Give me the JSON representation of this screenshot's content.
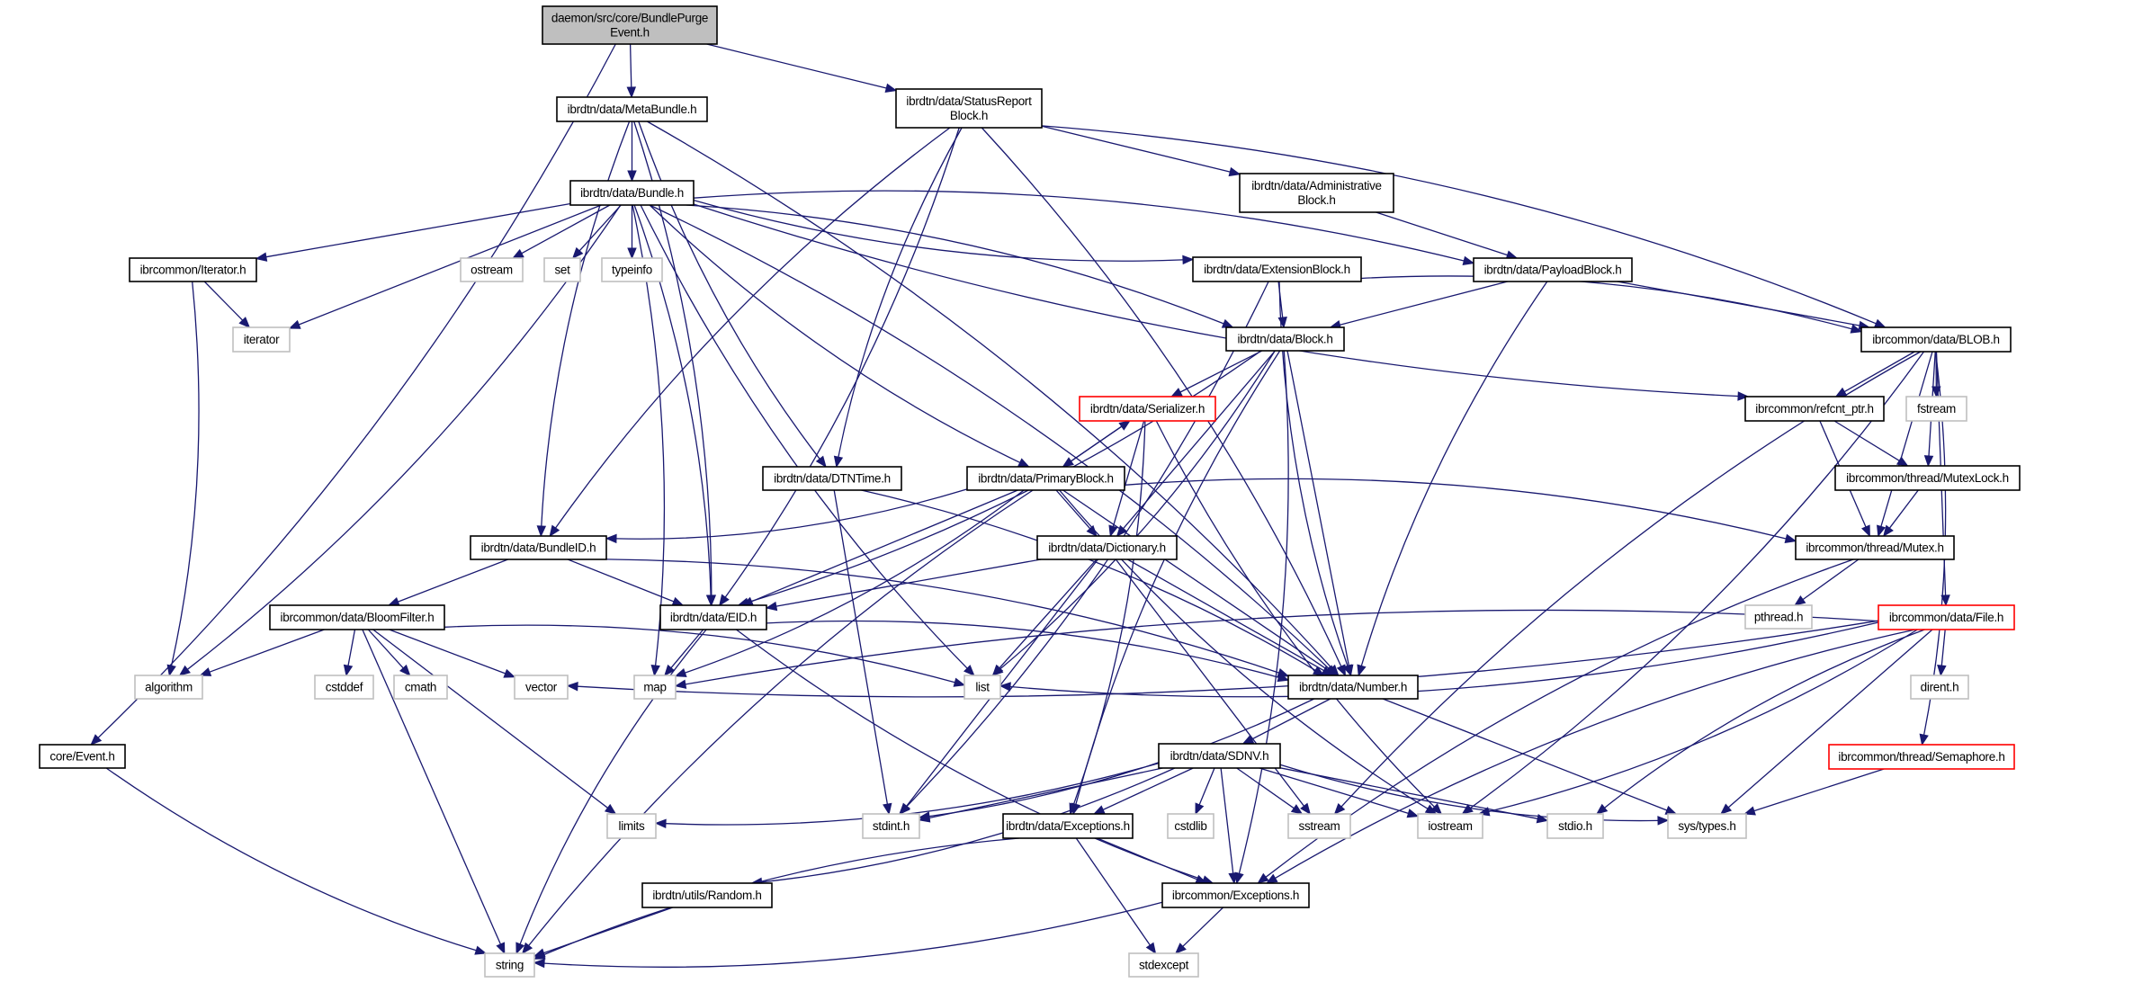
{
  "title": "daemon/src/core/BundlePurgeEvent.h include dependency graph",
  "colors": {
    "edge": "#191970",
    "root_fill": "#bfbfbf",
    "documented_border": "#000000",
    "truncated_border": "#ff0000",
    "external_border": "#bfbfbf"
  },
  "nodes": [
    {
      "id": "root",
      "label": [
        "daemon/src/core/BundlePurge",
        "Event.h"
      ],
      "kind": "root"
    },
    {
      "id": "metabundle",
      "label": [
        "ibrdtn/data/MetaBundle.h"
      ],
      "kind": "normal"
    },
    {
      "id": "statusreport",
      "label": [
        "ibrdtn/data/StatusReport",
        "Block.h"
      ],
      "kind": "normal"
    },
    {
      "id": "bundle",
      "label": [
        "ibrdtn/data/Bundle.h"
      ],
      "kind": "normal"
    },
    {
      "id": "administrative",
      "label": [
        "ibrdtn/data/Administrative",
        "Block.h"
      ],
      "kind": "normal"
    },
    {
      "id": "iteratorh",
      "label": [
        "ibrcommon/Iterator.h"
      ],
      "kind": "normal"
    },
    {
      "id": "ostream",
      "label": [
        "ostream"
      ],
      "kind": "ext"
    },
    {
      "id": "set",
      "label": [
        "set"
      ],
      "kind": "ext"
    },
    {
      "id": "typeinfo",
      "label": [
        "typeinfo"
      ],
      "kind": "ext"
    },
    {
      "id": "extensionblock",
      "label": [
        "ibrdtn/data/ExtensionBlock.h"
      ],
      "kind": "normal"
    },
    {
      "id": "payloadblock",
      "label": [
        "ibrdtn/data/PayloadBlock.h"
      ],
      "kind": "normal"
    },
    {
      "id": "iterator",
      "label": [
        "iterator"
      ],
      "kind": "ext"
    },
    {
      "id": "block",
      "label": [
        "ibrdtn/data/Block.h"
      ],
      "kind": "normal"
    },
    {
      "id": "blob",
      "label": [
        "ibrcommon/data/BLOB.h"
      ],
      "kind": "normal"
    },
    {
      "id": "serializer",
      "label": [
        "ibrdtn/data/Serializer.h"
      ],
      "kind": "red"
    },
    {
      "id": "refcnt",
      "label": [
        "ibrcommon/refcnt_ptr.h"
      ],
      "kind": "normal"
    },
    {
      "id": "fstream",
      "label": [
        "fstream"
      ],
      "kind": "ext"
    },
    {
      "id": "dtntime",
      "label": [
        "ibrdtn/data/DTNTime.h"
      ],
      "kind": "normal"
    },
    {
      "id": "primaryblock",
      "label": [
        "ibrdtn/data/PrimaryBlock.h"
      ],
      "kind": "normal"
    },
    {
      "id": "mutexlock",
      "label": [
        "ibrcommon/thread/MutexLock.h"
      ],
      "kind": "normal"
    },
    {
      "id": "bundleid",
      "label": [
        "ibrdtn/data/BundleID.h"
      ],
      "kind": "normal"
    },
    {
      "id": "dictionary",
      "label": [
        "ibrdtn/data/Dictionary.h"
      ],
      "kind": "normal"
    },
    {
      "id": "mutex",
      "label": [
        "ibrcommon/thread/Mutex.h"
      ],
      "kind": "normal"
    },
    {
      "id": "bloomfilter",
      "label": [
        "ibrcommon/data/BloomFilter.h"
      ],
      "kind": "normal"
    },
    {
      "id": "eid",
      "label": [
        "ibrdtn/data/EID.h"
      ],
      "kind": "normal"
    },
    {
      "id": "pthread",
      "label": [
        "pthread.h"
      ],
      "kind": "ext"
    },
    {
      "id": "file",
      "label": [
        "ibrcommon/data/File.h"
      ],
      "kind": "red"
    },
    {
      "id": "algorithm",
      "label": [
        "algorithm"
      ],
      "kind": "ext"
    },
    {
      "id": "cstddef",
      "label": [
        "cstddef"
      ],
      "kind": "ext"
    },
    {
      "id": "cmath",
      "label": [
        "cmath"
      ],
      "kind": "ext"
    },
    {
      "id": "vector",
      "label": [
        "vector"
      ],
      "kind": "ext"
    },
    {
      "id": "map",
      "label": [
        "map"
      ],
      "kind": "ext"
    },
    {
      "id": "list",
      "label": [
        "list"
      ],
      "kind": "ext"
    },
    {
      "id": "number",
      "label": [
        "ibrdtn/data/Number.h"
      ],
      "kind": "normal"
    },
    {
      "id": "dirent",
      "label": [
        "dirent.h"
      ],
      "kind": "ext"
    },
    {
      "id": "event",
      "label": [
        "core/Event.h"
      ],
      "kind": "normal"
    },
    {
      "id": "sdnv",
      "label": [
        "ibrdtn/data/SDNV.h"
      ],
      "kind": "normal"
    },
    {
      "id": "semaphore",
      "label": [
        "ibrcommon/thread/Semaphore.h"
      ],
      "kind": "red"
    },
    {
      "id": "limits",
      "label": [
        "limits"
      ],
      "kind": "ext"
    },
    {
      "id": "stdint",
      "label": [
        "stdint.h"
      ],
      "kind": "ext"
    },
    {
      "id": "exceptions",
      "label": [
        "ibrdtn/data/Exceptions.h"
      ],
      "kind": "normal"
    },
    {
      "id": "cstdlib",
      "label": [
        "cstdlib"
      ],
      "kind": "ext"
    },
    {
      "id": "sstream",
      "label": [
        "sstream"
      ],
      "kind": "ext"
    },
    {
      "id": "iostream",
      "label": [
        "iostream"
      ],
      "kind": "ext"
    },
    {
      "id": "stdio",
      "label": [
        "stdio.h"
      ],
      "kind": "ext"
    },
    {
      "id": "systypes",
      "label": [
        "sys/types.h"
      ],
      "kind": "ext"
    },
    {
      "id": "random",
      "label": [
        "ibrdtn/utils/Random.h"
      ],
      "kind": "normal"
    },
    {
      "id": "icexceptions",
      "label": [
        "ibrcommon/Exceptions.h"
      ],
      "kind": "normal"
    },
    {
      "id": "string",
      "label": [
        "string"
      ],
      "kind": "ext"
    },
    {
      "id": "stdexcept",
      "label": [
        "stdexcept"
      ],
      "kind": "ext"
    }
  ],
  "edges": [
    [
      "root",
      "metabundle"
    ],
    [
      "root",
      "statusreport"
    ],
    [
      "root",
      "event"
    ],
    [
      "event",
      "string"
    ],
    [
      "metabundle",
      "bundle"
    ],
    [
      "metabundle",
      "bundleid"
    ],
    [
      "metabundle",
      "eid"
    ],
    [
      "metabundle",
      "dtntime"
    ],
    [
      "metabundle",
      "number"
    ],
    [
      "statusreport",
      "bundleid"
    ],
    [
      "statusreport",
      "eid"
    ],
    [
      "statusreport",
      "dtntime"
    ],
    [
      "statusreport",
      "number"
    ],
    [
      "statusreport",
      "administrative"
    ],
    [
      "statusreport",
      "blob"
    ],
    [
      "administrative",
      "payloadblock"
    ],
    [
      "bundle",
      "iteratorh"
    ],
    [
      "bundle",
      "iterator"
    ],
    [
      "bundle",
      "algorithm"
    ],
    [
      "bundle",
      "ostream"
    ],
    [
      "bundle",
      "set"
    ],
    [
      "bundle",
      "typeinfo"
    ],
    [
      "bundle",
      "map"
    ],
    [
      "bundle",
      "list"
    ],
    [
      "bundle",
      "eid"
    ],
    [
      "bundle",
      "primaryblock"
    ],
    [
      "bundle",
      "block"
    ],
    [
      "bundle",
      "extensionblock"
    ],
    [
      "bundle",
      "payloadblock"
    ],
    [
      "bundle",
      "refcnt"
    ],
    [
      "bundle",
      "number"
    ],
    [
      "iteratorh",
      "iterator"
    ],
    [
      "iteratorh",
      "algorithm"
    ],
    [
      "extensionblock",
      "block"
    ],
    [
      "extensionblock",
      "blob"
    ],
    [
      "extensionblock",
      "number"
    ],
    [
      "extensionblock",
      "stdint"
    ],
    [
      "payloadblock",
      "block"
    ],
    [
      "payloadblock",
      "blob"
    ],
    [
      "payloadblock",
      "number"
    ],
    [
      "block",
      "serializer"
    ],
    [
      "block",
      "dictionary"
    ],
    [
      "block",
      "eid"
    ],
    [
      "block",
      "number"
    ],
    [
      "block",
      "list"
    ],
    [
      "block",
      "exceptions"
    ],
    [
      "block",
      "icexceptions"
    ],
    [
      "serializer",
      "primaryblock"
    ],
    [
      "serializer",
      "dictionary"
    ],
    [
      "serializer",
      "iostream"
    ],
    [
      "serializer",
      "exceptions"
    ],
    [
      "primaryblock",
      "serializer"
    ],
    [
      "primaryblock",
      "bundleid"
    ],
    [
      "primaryblock",
      "eid"
    ],
    [
      "primaryblock",
      "dictionary"
    ],
    [
      "primaryblock",
      "number"
    ],
    [
      "primaryblock",
      "mutex"
    ],
    [
      "primaryblock",
      "string"
    ],
    [
      "primaryblock",
      "map"
    ],
    [
      "primaryblock",
      "iostream"
    ],
    [
      "dtntime",
      "number"
    ],
    [
      "dtntime",
      "stdint"
    ],
    [
      "bundleid",
      "bloomfilter"
    ],
    [
      "bundleid",
      "eid"
    ],
    [
      "bundleid",
      "number"
    ],
    [
      "dictionary",
      "eid"
    ],
    [
      "dictionary",
      "number"
    ],
    [
      "dictionary",
      "list"
    ],
    [
      "dictionary",
      "stdint"
    ],
    [
      "dictionary",
      "sstream"
    ],
    [
      "eid",
      "map"
    ],
    [
      "eid",
      "string"
    ],
    [
      "eid",
      "number"
    ],
    [
      "eid",
      "icexceptions"
    ],
    [
      "bloomfilter",
      "algorithm"
    ],
    [
      "bloomfilter",
      "cstddef"
    ],
    [
      "bloomfilter",
      "cmath"
    ],
    [
      "bloomfilter",
      "vector"
    ],
    [
      "bloomfilter",
      "list"
    ],
    [
      "bloomfilter",
      "limits"
    ],
    [
      "bloomfilter",
      "string"
    ],
    [
      "blob",
      "refcnt"
    ],
    [
      "blob",
      "fstream"
    ],
    [
      "blob",
      "mutexlock"
    ],
    [
      "blob",
      "mutex"
    ],
    [
      "blob",
      "file"
    ],
    [
      "blob",
      "semaphore"
    ],
    [
      "blob",
      "sstream"
    ],
    [
      "blob",
      "iostream"
    ],
    [
      "refcnt",
      "mutexlock"
    ],
    [
      "refcnt",
      "mutex"
    ],
    [
      "mutexlock",
      "mutex"
    ],
    [
      "mutex",
      "pthread"
    ],
    [
      "mutex",
      "icexceptions"
    ],
    [
      "file",
      "list"
    ],
    [
      "file",
      "map"
    ],
    [
      "file",
      "vector"
    ],
    [
      "file",
      "dirent"
    ],
    [
      "file",
      "iostream"
    ],
    [
      "file",
      "stdio"
    ],
    [
      "file",
      "systypes"
    ],
    [
      "file",
      "icexceptions"
    ],
    [
      "semaphore",
      "systypes"
    ],
    [
      "number",
      "sdnv"
    ],
    [
      "number",
      "stdint"
    ],
    [
      "number",
      "systypes"
    ],
    [
      "sdnv",
      "limits"
    ],
    [
      "sdnv",
      "stdint"
    ],
    [
      "sdnv",
      "exceptions"
    ],
    [
      "sdnv",
      "cstdlib"
    ],
    [
      "sdnv",
      "sstream"
    ],
    [
      "sdnv",
      "iostream"
    ],
    [
      "sdnv",
      "stdio"
    ],
    [
      "sdnv",
      "systypes"
    ],
    [
      "sdnv",
      "random"
    ],
    [
      "sdnv",
      "icexceptions"
    ],
    [
      "exceptions",
      "icexceptions"
    ],
    [
      "exceptions",
      "string"
    ],
    [
      "exceptions",
      "stdexcept"
    ],
    [
      "random",
      "string"
    ],
    [
      "icexceptions",
      "string"
    ],
    [
      "icexceptions",
      "stdexcept"
    ]
  ]
}
